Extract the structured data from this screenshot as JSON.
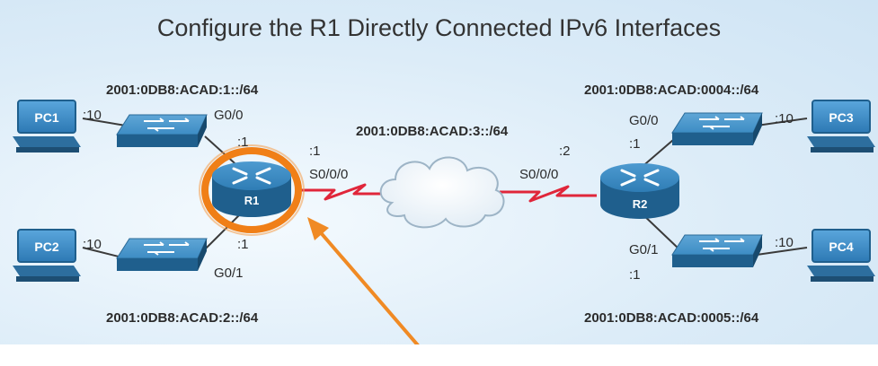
{
  "title": "Configure the R1 Directly Connected IPv6 Interfaces",
  "networks": {
    "lan1": "2001:0DB8:ACAD:1::/64",
    "lan2": "2001:0DB8:ACAD:2::/64",
    "wan": "2001:0DB8:ACAD:3::/64",
    "lan4": "2001:0DB8:ACAD:0004::/64",
    "lan5": "2001:0DB8:ACAD:0005::/64"
  },
  "hosts": {
    "pc1": {
      "name": "PC1",
      "addr": ":10"
    },
    "pc2": {
      "name": "PC2",
      "addr": ":10"
    },
    "pc3": {
      "name": "PC3",
      "addr": ":10"
    },
    "pc4": {
      "name": "PC4",
      "addr": ":10"
    }
  },
  "routers": {
    "r1": {
      "name": "R1",
      "g00": "G0/0",
      "g00_addr": ":1",
      "g01": "G0/1",
      "g01_addr": ":1",
      "s000": "S0/0/0",
      "s000_addr": ":1"
    },
    "r2": {
      "name": "R2",
      "g00": "G0/0",
      "g00_addr": ":1",
      "g01": "G0/1",
      "g01_addr": ":1",
      "s000": "S0/0/0",
      "s000_addr": ":2"
    }
  },
  "colors": {
    "device_blue": "#2b7fb8",
    "router_highlight": "#f07f17",
    "serial_link": "#e0263a",
    "arrow": "#f08a24"
  }
}
